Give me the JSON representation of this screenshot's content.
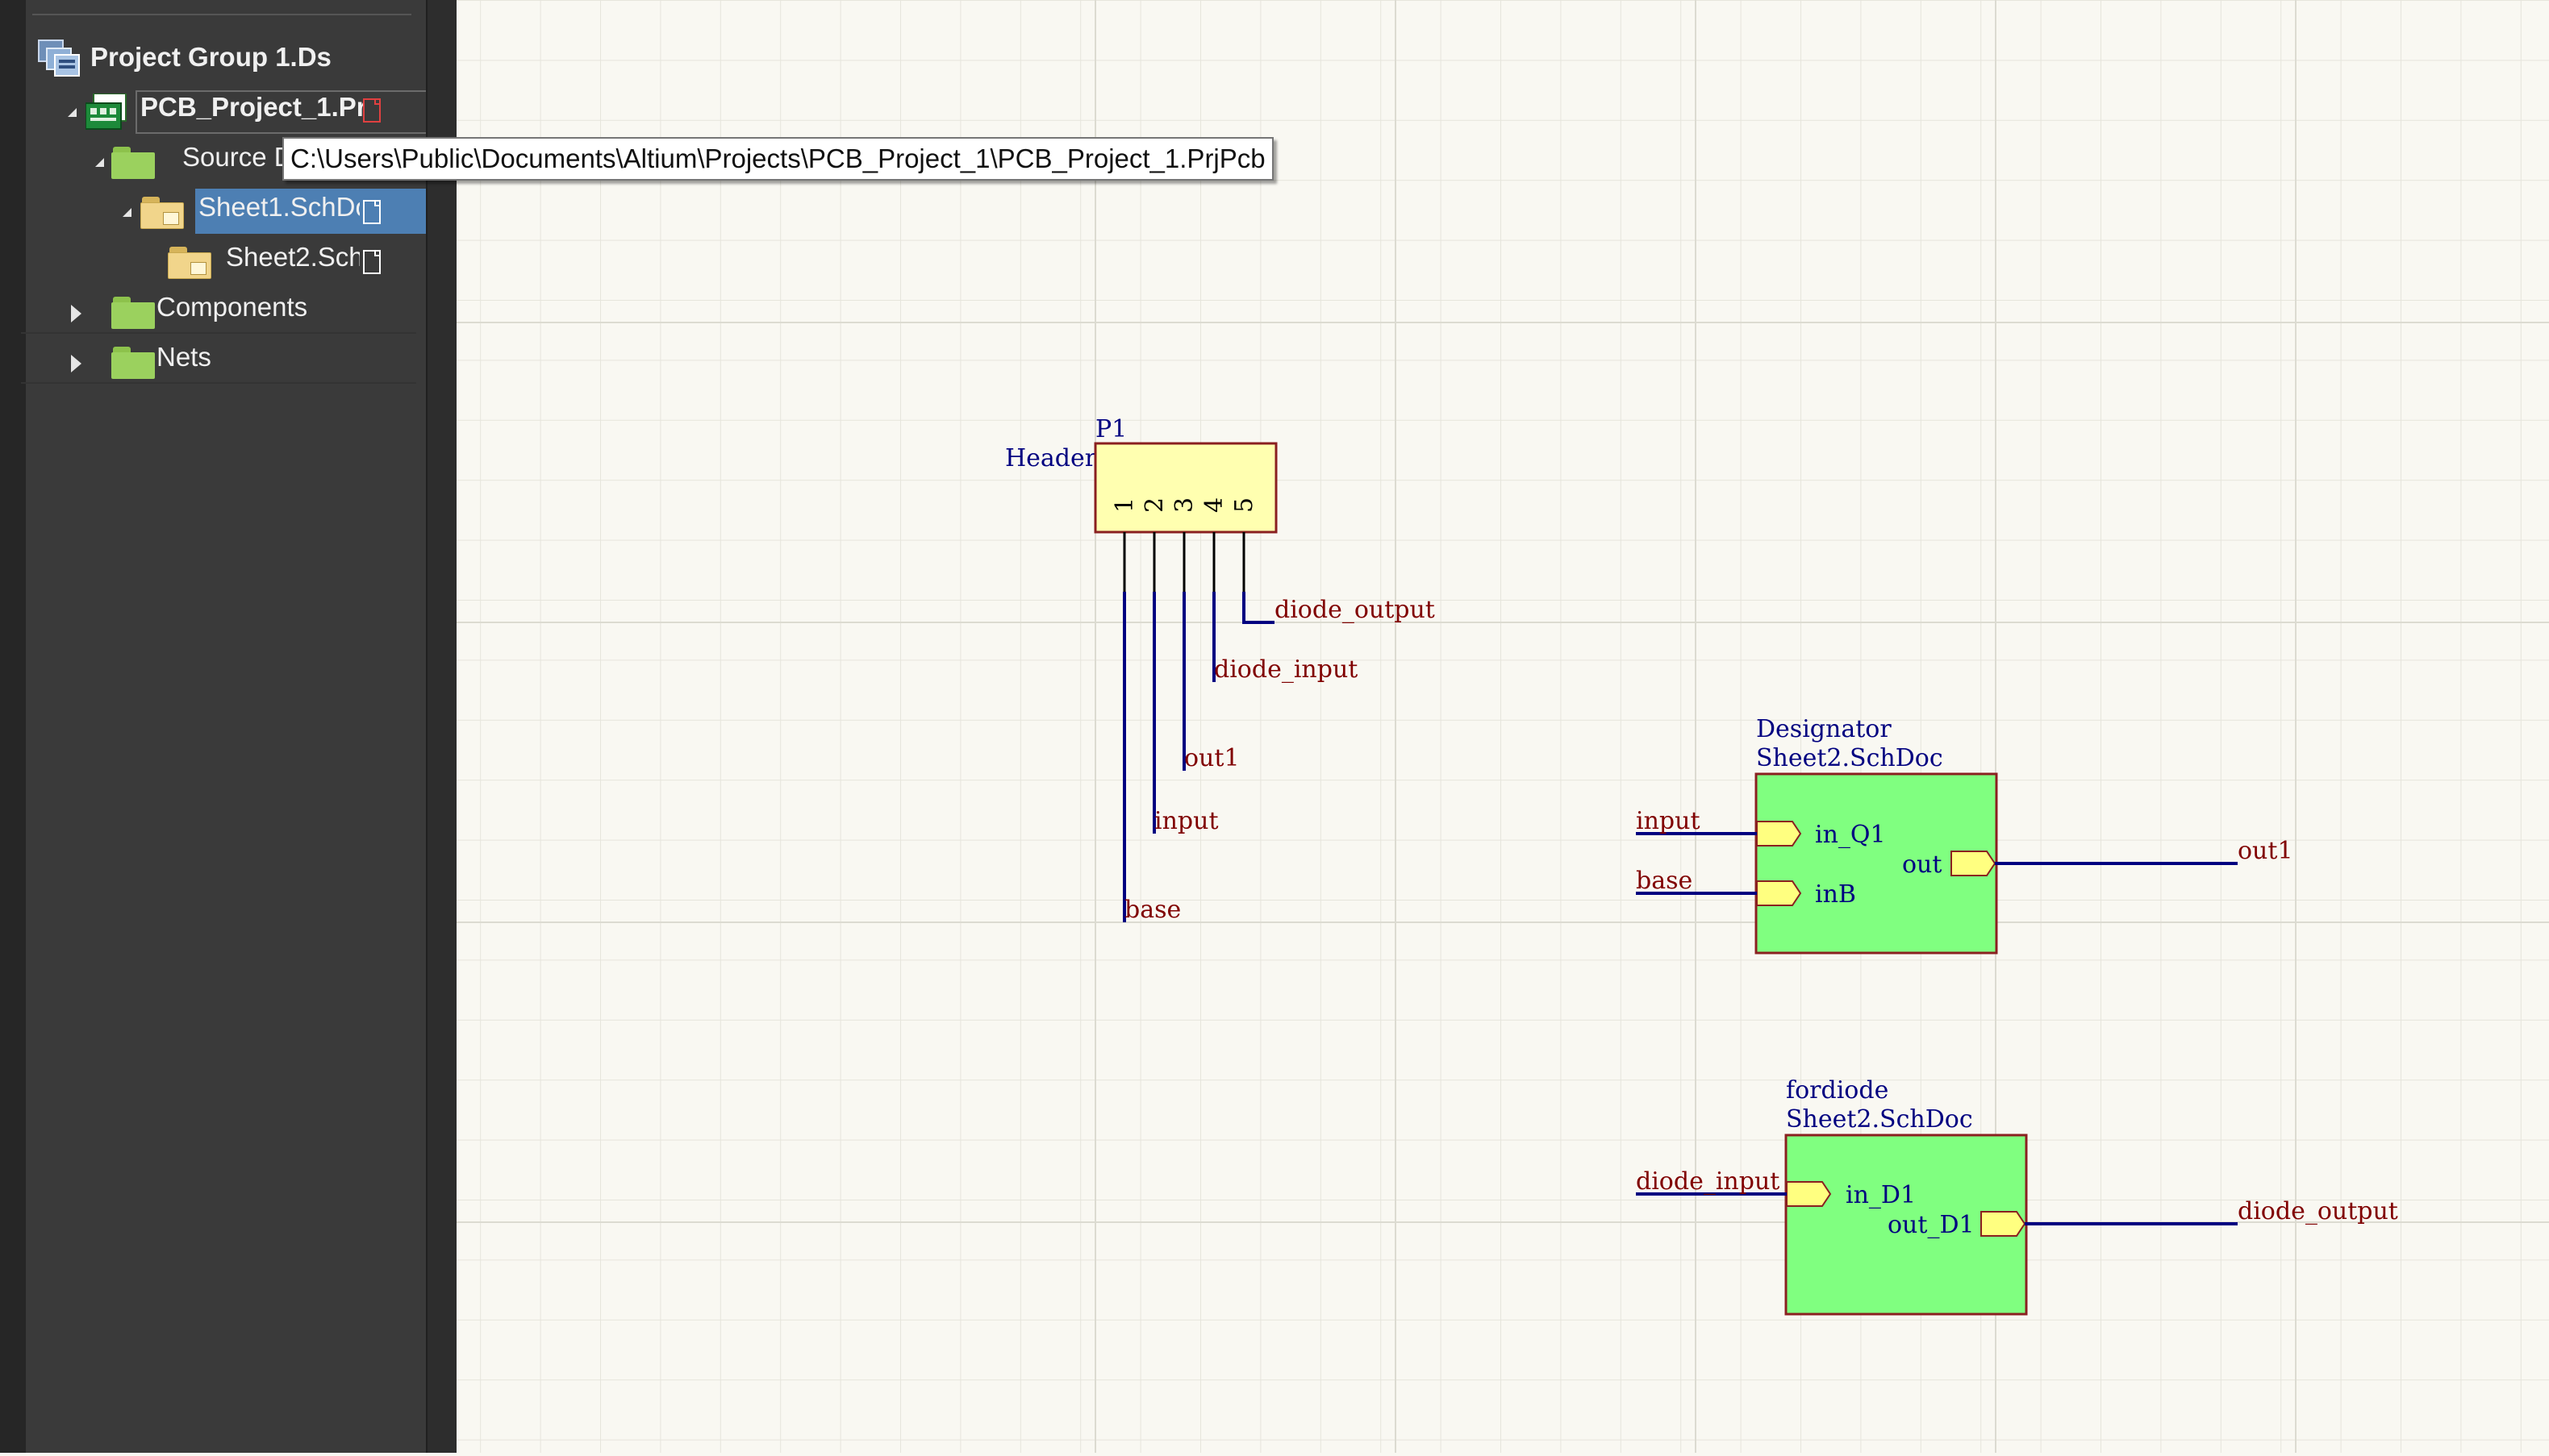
{
  "project_tree": {
    "group": "Project Group 1.Ds",
    "project": "PCB_Project_1.Pr",
    "source_documents": "Source Doc",
    "sheet1": "Sheet1.SchDo",
    "sheet2": "Sheet2.Sch",
    "components": "Components",
    "nets": "Nets"
  },
  "tooltip": "C:\\Users\\Public\\Documents\\Altium\\Projects\\PCB_Project_1\\PCB_Project_1.PrjPcb",
  "schematic": {
    "header": {
      "designator": "P1",
      "comment": "Header 5",
      "pins": [
        "1",
        "2",
        "3",
        "4",
        "5"
      ],
      "net_labels": [
        "diode_output",
        "diode_input",
        "out1",
        "input",
        "base"
      ]
    },
    "sheet_symbol_1": {
      "designator": "Designator",
      "filename": "Sheet2.SchDoc",
      "entries": [
        "in_Q1",
        "inB",
        "out"
      ],
      "net_labels": [
        "input",
        "base",
        "out1"
      ]
    },
    "sheet_symbol_2": {
      "designator": "fordiode",
      "filename": "Sheet2.SchDoc",
      "entries": [
        "in_D1",
        "out_D1"
      ],
      "net_labels": [
        "diode_input",
        "diode_output"
      ]
    }
  },
  "colors": {
    "sheet_background": "#f9f8f2",
    "grid": "#e6e5dc",
    "wire": "#000080",
    "net_label": "#800000",
    "designator_text": "#000080",
    "component_fill": "#ffffb0",
    "component_border": "#8a2020",
    "sheet_symbol_fill": "#80ff80",
    "port_fill": "#ffff80",
    "selection": "#4d7fb3"
  }
}
